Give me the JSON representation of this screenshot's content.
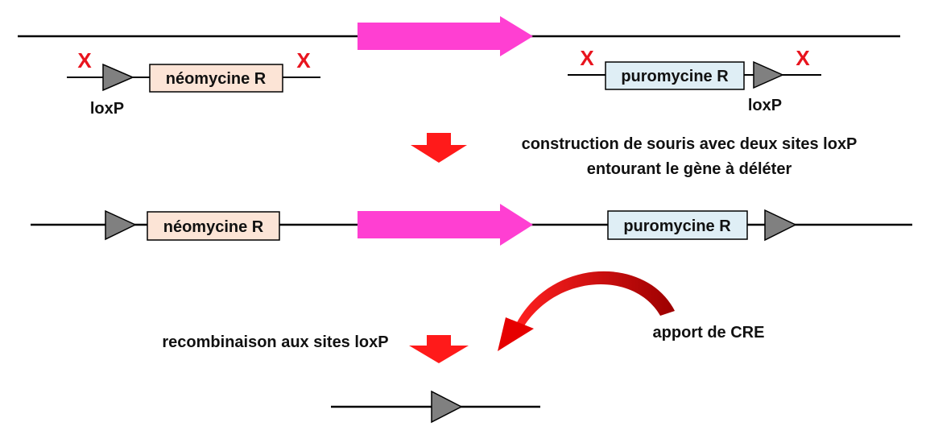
{
  "labels": {
    "neo": "néomycine R",
    "puro": "puromycine R",
    "loxp": "loxP",
    "x_mark": "X",
    "step1": "construction de souris avec deux sites loxP",
    "step1_line2": "entourant le gène à déléter",
    "step2": "recombinaison aux sites loxP",
    "cre": "apport de CRE"
  },
  "colors": {
    "gene_arrow": "#ff3fd2",
    "neo_box": "#fce4d6",
    "puro_box": "#dfeef5",
    "loxp_triangle": "#808080",
    "step_arrow": "#ff1a1a",
    "x_mark": "#e8141e",
    "curved_arrow": "#e60000"
  }
}
